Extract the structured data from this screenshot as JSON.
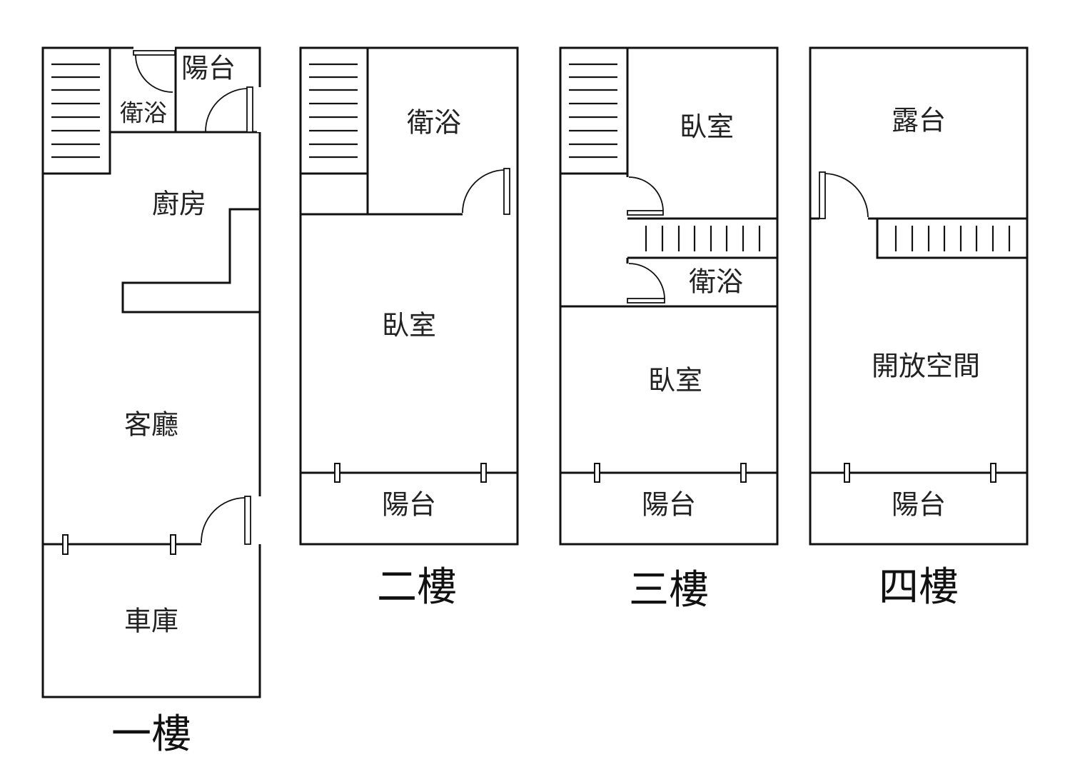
{
  "floors": [
    {
      "name": "一樓",
      "rooms": [
        "陽台",
        "衛浴",
        "廚房",
        "客廳",
        "車庫"
      ]
    },
    {
      "name": "二樓",
      "rooms": [
        "衛浴",
        "臥室",
        "陽台"
      ]
    },
    {
      "name": "三樓",
      "rooms": [
        "臥室",
        "衛浴",
        "臥室",
        "陽台"
      ]
    },
    {
      "name": "四樓",
      "rooms": [
        "露台",
        "開放空間",
        "陽台"
      ]
    }
  ]
}
